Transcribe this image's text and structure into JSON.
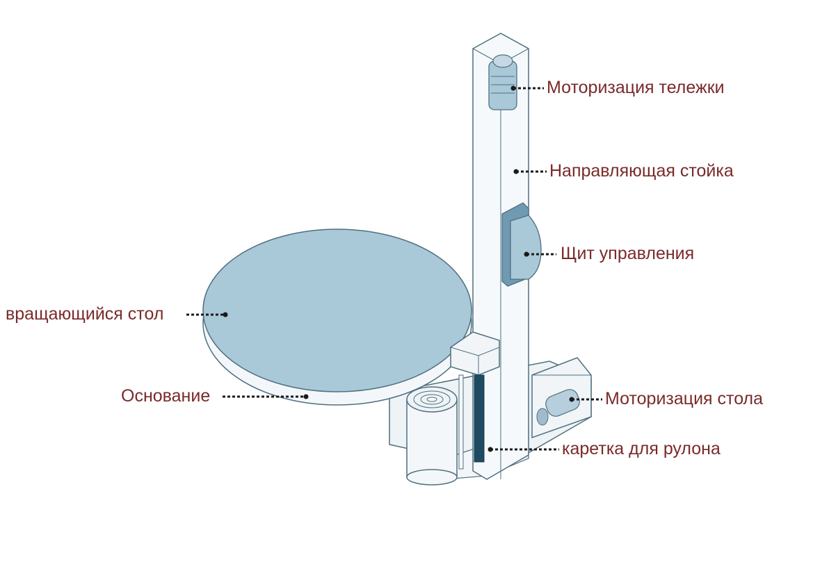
{
  "diagram": {
    "labels": {
      "trolley_motor": "Моторизация тележки",
      "guide_column": "Направляющая стойка",
      "control_panel": "Щит управления",
      "turntable": "вращающийся стол",
      "base": "Основание",
      "table_motor": "Моторизация стола",
      "roll_carriage": "каретка для рулона"
    }
  }
}
